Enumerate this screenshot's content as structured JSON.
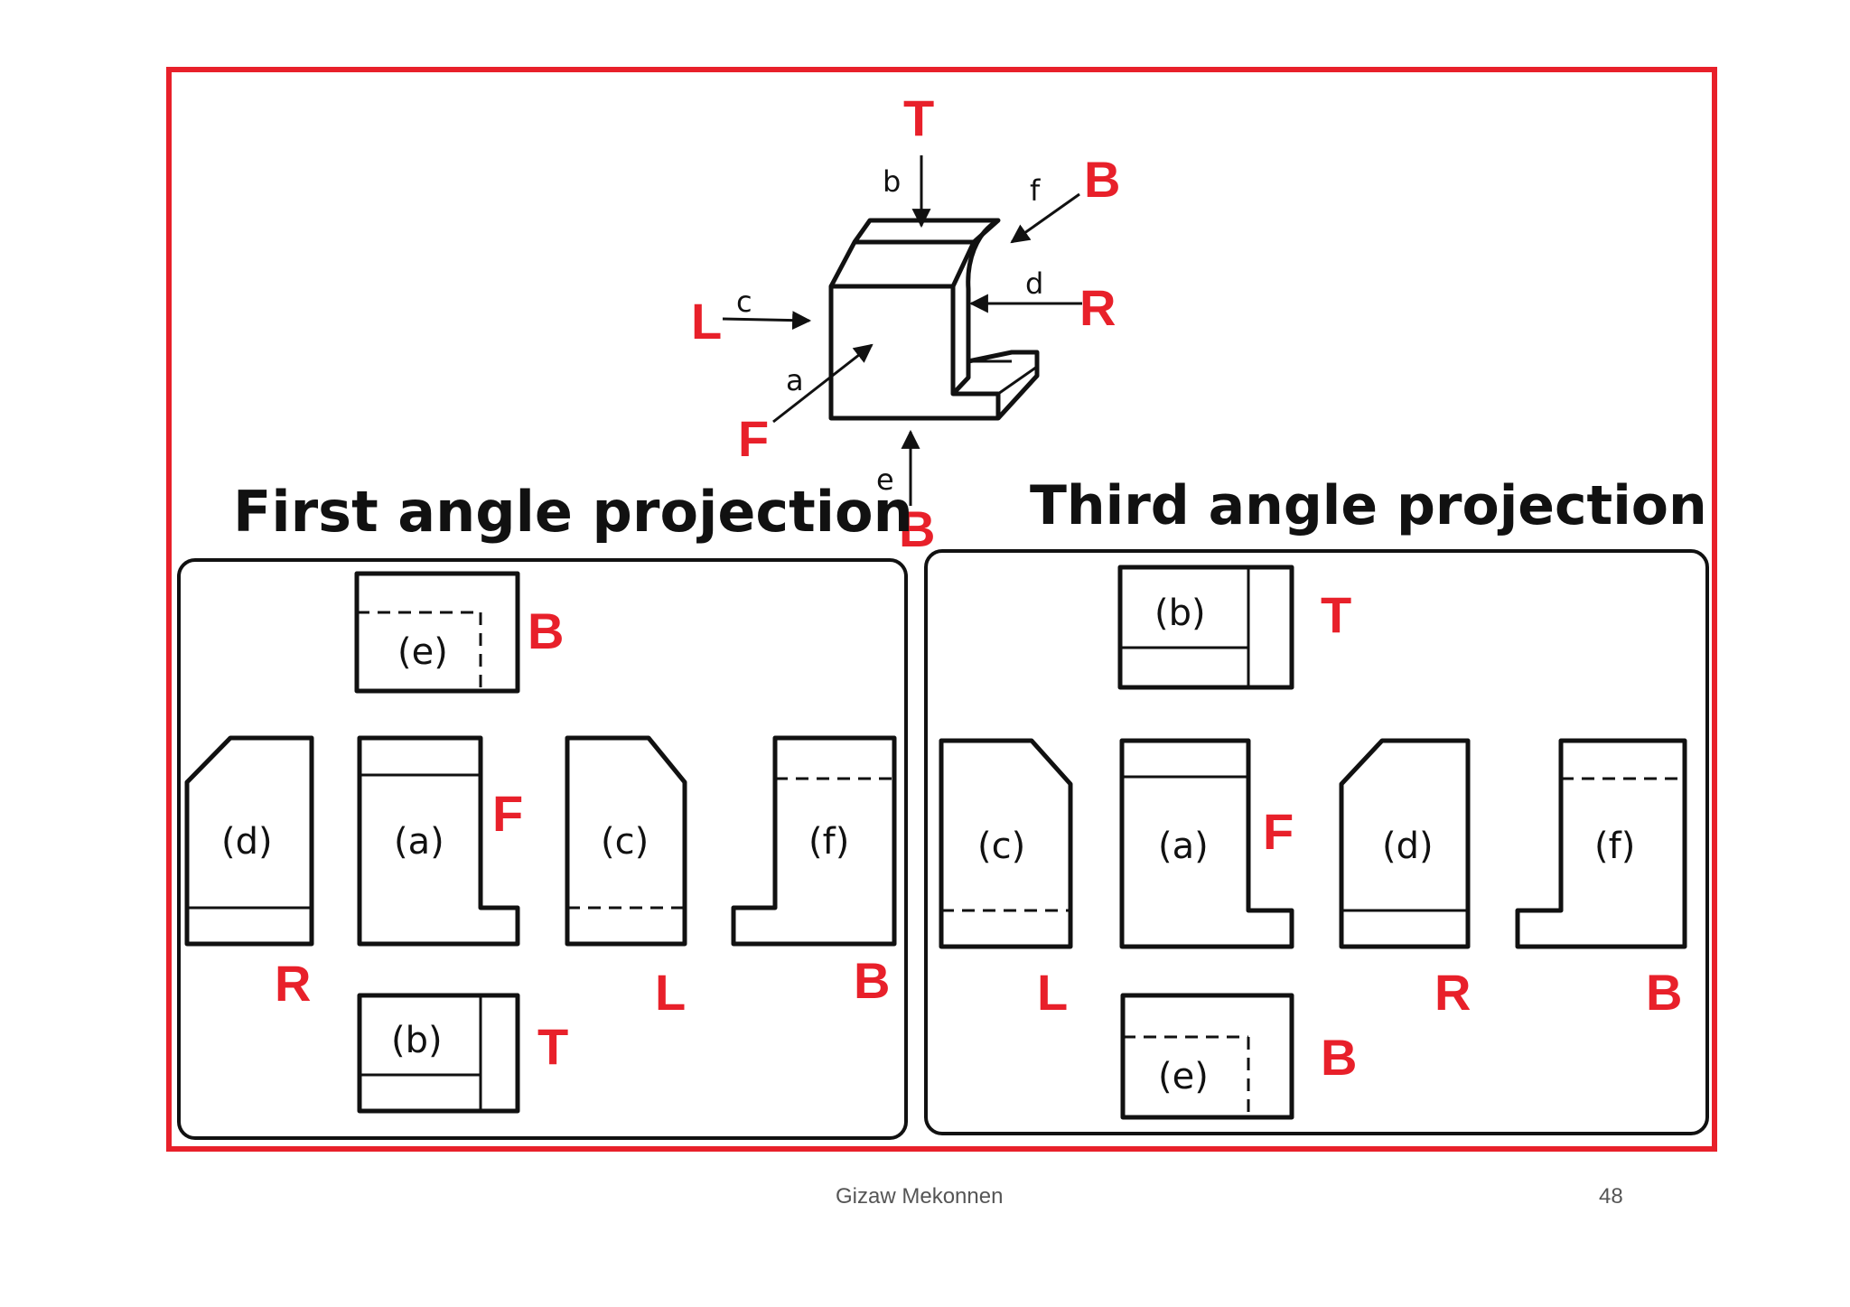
{
  "slide": {
    "iso_labels": {
      "T": "T",
      "B_right": "B",
      "R": "R",
      "L": "L",
      "F": "F",
      "B_bottom": "B",
      "a": "a",
      "b": "b",
      "c": "c",
      "d": "d",
      "e": "e",
      "f": "f"
    },
    "first_angle": {
      "title": "First  angle  projection",
      "views": {
        "e": "(e)",
        "d": "(d)",
        "a": "(a)",
        "c": "(c)",
        "f": "(f)",
        "b": "(b)"
      },
      "letters": {
        "e": "B",
        "a": "F",
        "d": "R",
        "c": "L",
        "f": "B",
        "b": "T"
      }
    },
    "third_angle": {
      "title": "Third  angle  projection",
      "views": {
        "b": "(b)",
        "c": "(c)",
        "a": "(a)",
        "d": "(d)",
        "f": "(f)",
        "e": "(e)"
      },
      "letters": {
        "b": "T",
        "a": "F",
        "c": "L",
        "d": "R",
        "f": "B",
        "e": "B"
      }
    },
    "footer": {
      "author": "Gizaw Mekonnen",
      "page_number": "48"
    },
    "colors": {
      "frame": "#e8202a",
      "labels": "#e8202a",
      "lines": "#111111"
    }
  }
}
